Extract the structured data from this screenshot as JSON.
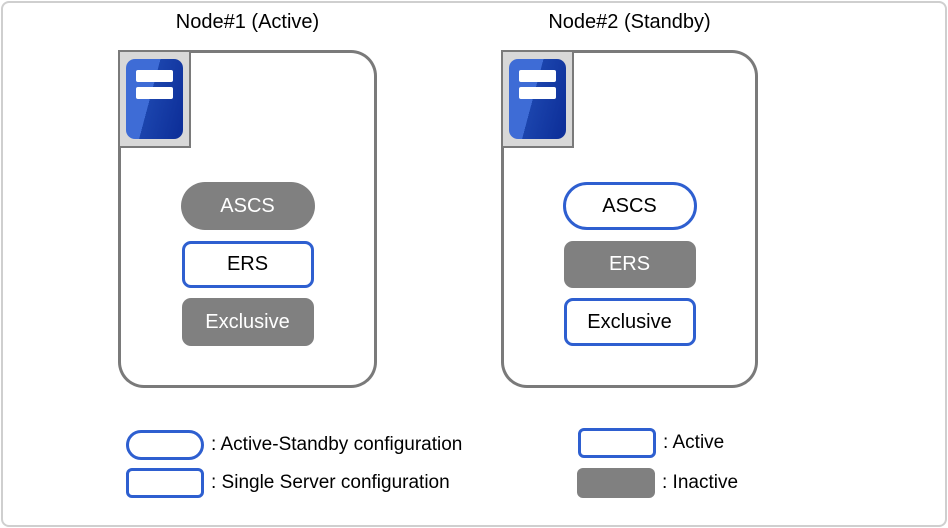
{
  "colors": {
    "accent_blue": "#2e5fd0",
    "inactive_gray": "#808080",
    "node_border_gray": "#7a7a7a",
    "icon_backdrop_gray": "#d8d8d8",
    "icon_blue_light": "#3e6cd6",
    "icon_blue_dark": "#0e309a"
  },
  "nodes": [
    {
      "title": "Node#1 (Active)",
      "services": [
        {
          "label": "ASCS",
          "shape": "stadium",
          "state": "inactive"
        },
        {
          "label": "ERS",
          "shape": "rect",
          "state": "active"
        },
        {
          "label": "Exclusive",
          "shape": "rect",
          "state": "inactive"
        }
      ]
    },
    {
      "title": "Node#2 (Standby)",
      "services": [
        {
          "label": "ASCS",
          "shape": "stadium",
          "state": "active"
        },
        {
          "label": "ERS",
          "shape": "rect",
          "state": "inactive"
        },
        {
          "label": "Exclusive",
          "shape": "rect",
          "state": "active"
        }
      ]
    }
  ],
  "legend": {
    "shape_items": [
      {
        "label": ": Active-Standby configuration",
        "shape": "stadium"
      },
      {
        "label": ": Single Server configuration",
        "shape": "rect"
      }
    ],
    "state_items": [
      {
        "label": ": Active",
        "state": "active"
      },
      {
        "label": ": Inactive",
        "state": "inactive"
      }
    ]
  }
}
